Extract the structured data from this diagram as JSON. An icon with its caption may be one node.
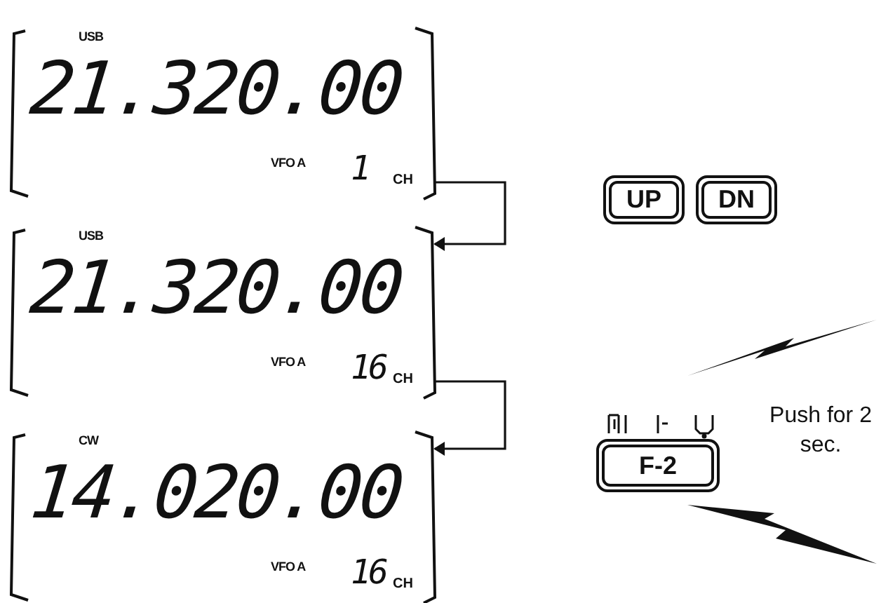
{
  "diagram": {
    "nodes": [
      {
        "text": [
          "USB",
          "21.320.00",
          "VFO A",
          "1",
          "CH"
        ]
      },
      {
        "text": [
          "USB",
          "21.320.00",
          "VFO A",
          "16",
          "CH"
        ]
      },
      {
        "text": [
          "CW",
          "14.020.00",
          "VFO A",
          "16",
          "CH"
        ]
      },
      {
        "text": [
          "UP"
        ]
      },
      {
        "text": [
          "DN"
        ]
      },
      {
        "text": [
          "F-2"
        ]
      }
    ],
    "edges": [
      {
        "from": 0,
        "to": 1,
        "arrow": "to"
      },
      {
        "from": 1,
        "to": 2,
        "arrow": "to"
      }
    ],
    "labels": [
      "Push for 2 sec."
    ]
  }
}
